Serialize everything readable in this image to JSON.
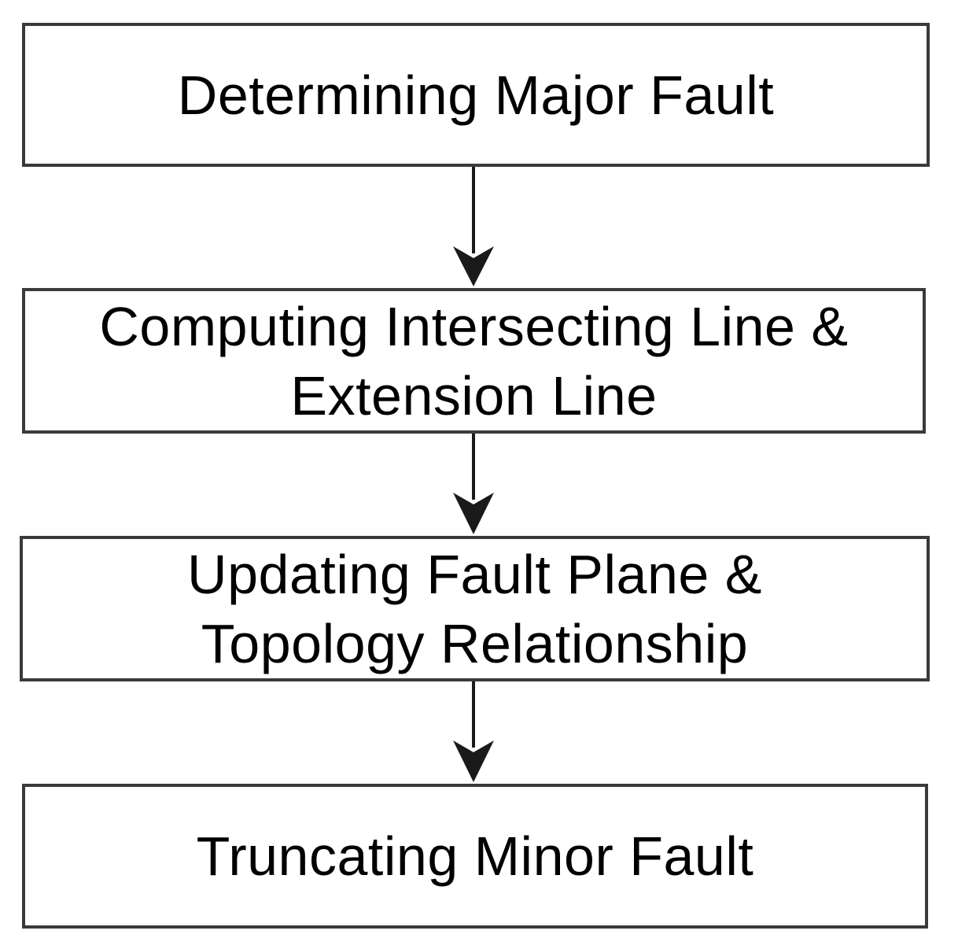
{
  "diagram": {
    "steps": [
      {
        "label": "Determining Major Fault"
      },
      {
        "label": "Computing Intersecting Line &\nExtension Line"
      },
      {
        "label": "Updating Fault Plane &\nTopology Relationship"
      },
      {
        "label": "Truncating Minor Fault"
      }
    ],
    "colors": {
      "border": "#3a3a3a",
      "arrow": "#1a1a1a",
      "text": "#000000",
      "background": "#ffffff"
    }
  }
}
